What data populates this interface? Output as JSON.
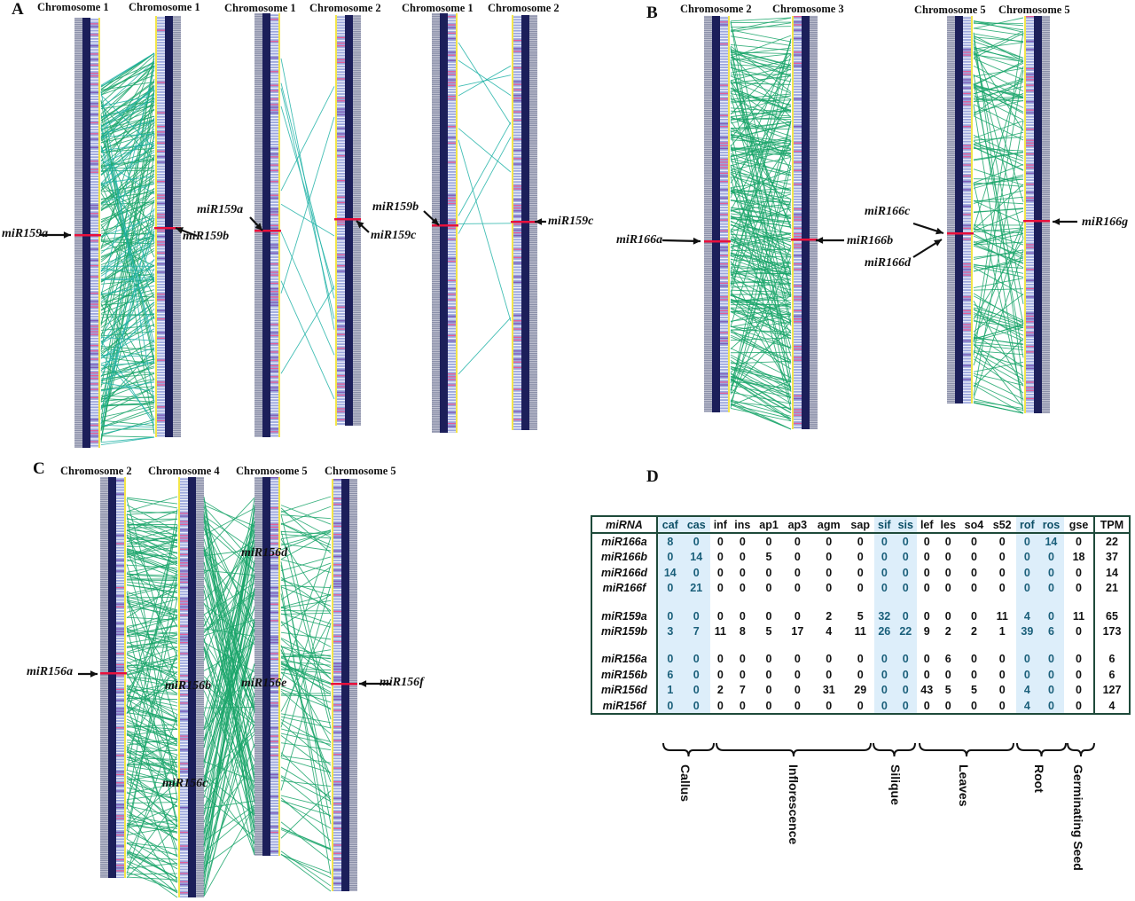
{
  "panels": {
    "A": {
      "letter": "A",
      "pairs": [
        {
          "left_title": "Chromosome 1",
          "right_title": "Chromosome 1",
          "labels": [
            "miR159a",
            "miR159b"
          ]
        },
        {
          "left_title": "Chromosome 1",
          "right_title": "Chromosome 2",
          "labels": [
            "miR159a",
            "miR159c"
          ]
        },
        {
          "left_title": "Chromosome 1",
          "right_title": "Chromosome 2",
          "labels": [
            "miR159b",
            "miR159c"
          ]
        }
      ]
    },
    "B": {
      "letter": "B",
      "pairs": [
        {
          "left_title": "Chromosome 2",
          "right_title": "Chromosome 3",
          "labels": [
            "miR166a",
            "miR166b"
          ]
        },
        {
          "left_title": "Chromosome 5",
          "right_title": "Chromosome 5",
          "labels": [
            "miR166c",
            "miR166d",
            "miR166g"
          ]
        }
      ]
    },
    "C": {
      "letter": "C",
      "titles": [
        "Chromosome 2",
        "Chromosome 4",
        "Chromosome 5",
        "Chromosome 5"
      ],
      "labels": [
        "miR156a",
        "miR156b",
        "miR156c",
        "miR156d",
        "miR156e",
        "miR156f"
      ]
    },
    "D": {
      "letter": "D"
    }
  },
  "chart_data": {
    "type": "table",
    "title": "",
    "columns": [
      "miRNA",
      "caf",
      "cas",
      "inf",
      "ins",
      "ap1",
      "ap3",
      "agm",
      "sap",
      "sif",
      "sis",
      "lef",
      "les",
      "so4",
      "s52",
      "rof",
      "ros",
      "gse",
      "TPM"
    ],
    "highlighted_columns": [
      "caf",
      "cas",
      "sif",
      "sis",
      "rof",
      "ros"
    ],
    "groups": [
      {
        "rows": [
          {
            "mirna": "miR166a",
            "values": [
              8,
              0,
              0,
              0,
              0,
              0,
              0,
              0,
              0,
              0,
              0,
              0,
              0,
              0,
              0,
              14,
              0
            ],
            "tpm": 22
          },
          {
            "mirna": "miR166b",
            "values": [
              0,
              14,
              0,
              0,
              5,
              0,
              0,
              0,
              0,
              0,
              0,
              0,
              0,
              0,
              0,
              0,
              18
            ],
            "tpm": 37
          },
          {
            "mirna": "miR166d",
            "values": [
              14,
              0,
              0,
              0,
              0,
              0,
              0,
              0,
              0,
              0,
              0,
              0,
              0,
              0,
              0,
              0,
              0
            ],
            "tpm": 14
          },
          {
            "mirna": "miR166f",
            "values": [
              0,
              21,
              0,
              0,
              0,
              0,
              0,
              0,
              0,
              0,
              0,
              0,
              0,
              0,
              0,
              0,
              0
            ],
            "tpm": 21
          }
        ]
      },
      {
        "rows": [
          {
            "mirna": "miR159a",
            "values": [
              0,
              0,
              0,
              0,
              0,
              0,
              2,
              5,
              32,
              0,
              0,
              0,
              0,
              11,
              4,
              0,
              11
            ],
            "tpm": 65
          },
          {
            "mirna": "miR159b",
            "values": [
              3,
              7,
              11,
              8,
              5,
              17,
              4,
              11,
              26,
              22,
              9,
              2,
              2,
              1,
              39,
              6,
              0
            ],
            "tpm": 173
          }
        ]
      },
      {
        "rows": [
          {
            "mirna": "miR156a",
            "values": [
              0,
              0,
              0,
              0,
              0,
              0,
              0,
              0,
              0,
              0,
              0,
              6,
              0,
              0,
              0,
              0,
              0
            ],
            "tpm": 6
          },
          {
            "mirna": "miR156b",
            "values": [
              6,
              0,
              0,
              0,
              0,
              0,
              0,
              0,
              0,
              0,
              0,
              0,
              0,
              0,
              0,
              0,
              0
            ],
            "tpm": 6
          },
          {
            "mirna": "miR156d",
            "values": [
              1,
              0,
              2,
              7,
              0,
              0,
              31,
              29,
              0,
              0,
              43,
              5,
              5,
              0,
              4,
              0,
              0
            ],
            "tpm": 127
          },
          {
            "mirna": "miR156f",
            "values": [
              0,
              0,
              0,
              0,
              0,
              0,
              0,
              0,
              0,
              0,
              0,
              0,
              0,
              0,
              4,
              0,
              0
            ],
            "tpm": 4
          }
        ]
      }
    ],
    "tissue_groups": [
      {
        "label": "Callus",
        "columns": [
          "caf",
          "cas"
        ]
      },
      {
        "label": "Inflorescence",
        "columns": [
          "inf",
          "ins",
          "ap1",
          "ap3",
          "agm",
          "sap"
        ]
      },
      {
        "label": "Silique",
        "columns": [
          "sif",
          "sis"
        ]
      },
      {
        "label": "Leaves",
        "columns": [
          "lef",
          "les",
          "so4",
          "s52"
        ]
      },
      {
        "label": "Root",
        "columns": [
          "rof",
          "ros"
        ]
      },
      {
        "label": "Germinating Seed",
        "columns": [
          "gse"
        ]
      }
    ]
  },
  "colors": {
    "chromosome_core": "#1c1f5a",
    "chromosome_band": "#9aa6dc",
    "chromosome_edge": "#f3e64a",
    "gene_highlight": "#f0508c",
    "mirna_marker": "#e8103c",
    "link_green": "#1aa56a",
    "link_teal": "#22b3a8",
    "table_highlight": "#ddeefa",
    "table_border": "#1e4a3a"
  }
}
